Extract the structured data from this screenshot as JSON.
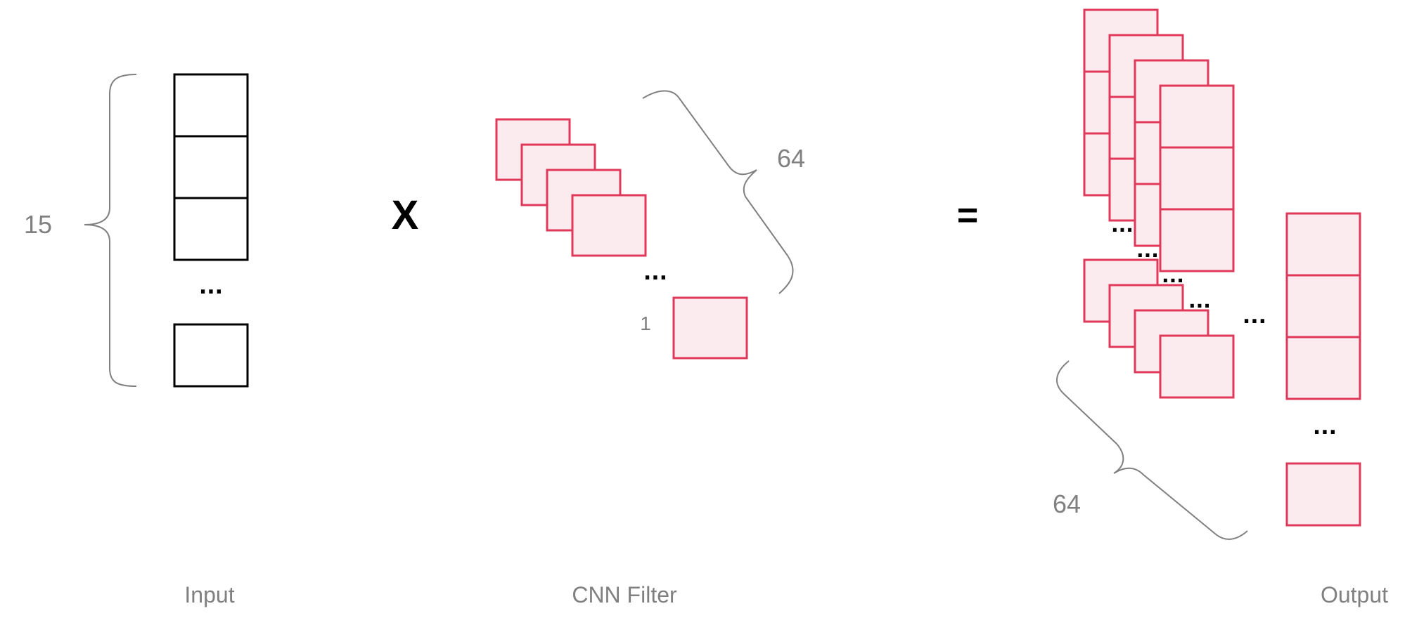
{
  "colors": {
    "filter_stroke": "#e0385a",
    "filter_fill": "#fcebee",
    "input_stroke": "#000000",
    "label": "#808080"
  },
  "input": {
    "label": "Input",
    "count": "15",
    "ellipsis": "..."
  },
  "operator_multiply": "X",
  "filter": {
    "label": "CNN Filter",
    "count": "64",
    "depth": "1",
    "ellipsis": "..."
  },
  "operator_equals": "=",
  "output": {
    "label": "Output",
    "count": "64",
    "ellipsis": "..."
  }
}
